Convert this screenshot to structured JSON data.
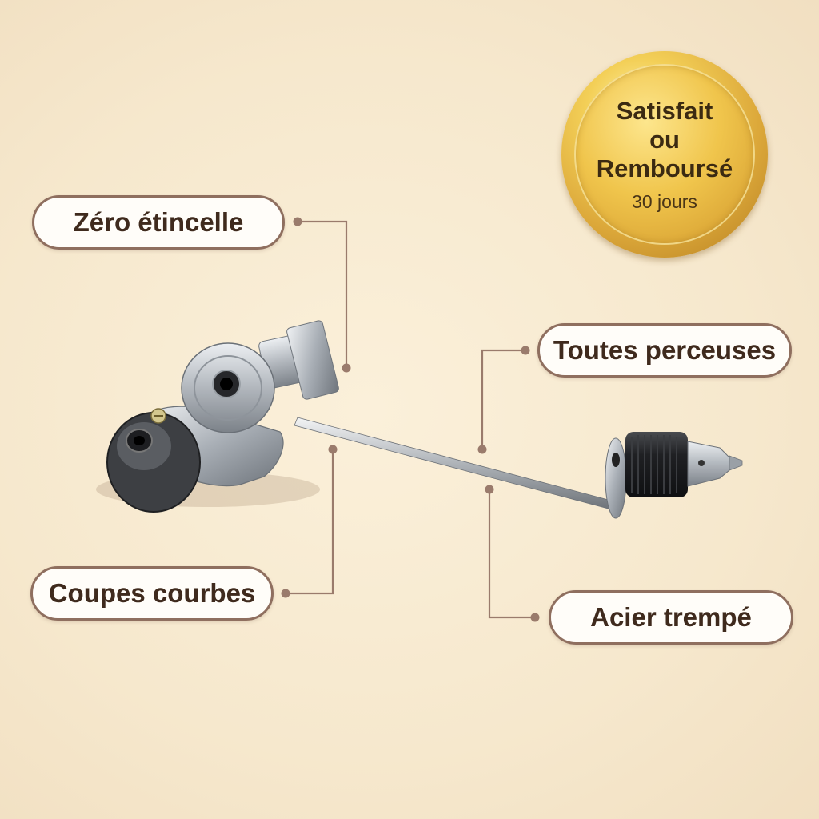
{
  "badge": {
    "line1": "Satisfait",
    "line2": "ou",
    "line3": "Remboursé",
    "sub": "30 jours",
    "colors": {
      "gold_light": "#fde68d",
      "gold_dark": "#b47d1f"
    }
  },
  "features": {
    "zero_sparks": "Zéro étincelle",
    "all_drills": "Toutes perceuses",
    "curved_cuts": "Coupes courbes",
    "hardened_steel": "Acier trempé"
  },
  "colors": {
    "background": "#f6e8cd",
    "pill_border": "#8f6f5f",
    "pill_text": "#3f2a1d",
    "connector": "#9a7b6c"
  },
  "product": {
    "name_icon": "drill-nibbler-attachment-icon"
  }
}
